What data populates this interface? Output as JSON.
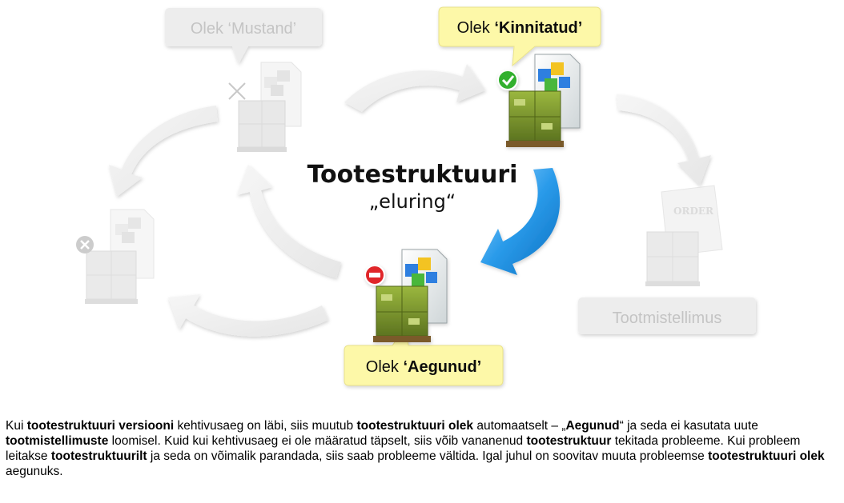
{
  "diagram": {
    "title": "Tootestruktuuri",
    "subtitle": "„eluring“",
    "states": {
      "draft": {
        "prefix": "Olek ",
        "name": "‘Mustand’"
      },
      "confirmed": {
        "prefix": "Olek ",
        "name": "‘Kinnitatud’"
      },
      "expired": {
        "prefix": "Olek ",
        "name": "‘Aegunud’"
      },
      "production_order": {
        "name": "Tootmistellimus"
      },
      "order_label": "ORDER"
    }
  },
  "description": {
    "segments": [
      {
        "text": "Kui ",
        "bold": false
      },
      {
        "text": "tootestruktuuri versiooni",
        "bold": true
      },
      {
        "text": " kehtivusaeg on läbi, siis muutub ",
        "bold": false
      },
      {
        "text": "tootestruktuuri olek",
        "bold": true
      },
      {
        "text": " automaatselt – „",
        "bold": false
      },
      {
        "text": "Aegunud",
        "bold": true
      },
      {
        "text": "“ ja seda ei kasutata uute ",
        "bold": false
      },
      {
        "text": "tootmistellimuste",
        "bold": true
      },
      {
        "text": " loomisel. Kuid kui kehtivusaeg ei ole määratud täpselt, siis võib vananenud ",
        "bold": false
      },
      {
        "text": "tootestruktuur",
        "bold": true
      },
      {
        "text": " tekitada probleeme. Kui probleem leitakse ",
        "bold": false
      },
      {
        "text": "tootestruktuurilt",
        "bold": true
      },
      {
        "text": " ja seda on võimalik parandada, siis saab probleeme vältida.  Igal juhul on soovitav muuta probleemse ",
        "bold": false
      },
      {
        "text": "tootestruktuuri olek",
        "bold": true
      },
      {
        "text": " aegunuks.",
        "bold": false
      }
    ]
  },
  "colors": {
    "bubble_active": "#fdf8a8",
    "bubble_faded": "#ededed",
    "arrow_faded": "#eeeeee",
    "arrow_active": "#2a9bea",
    "box_green": "#7d9a2e"
  }
}
